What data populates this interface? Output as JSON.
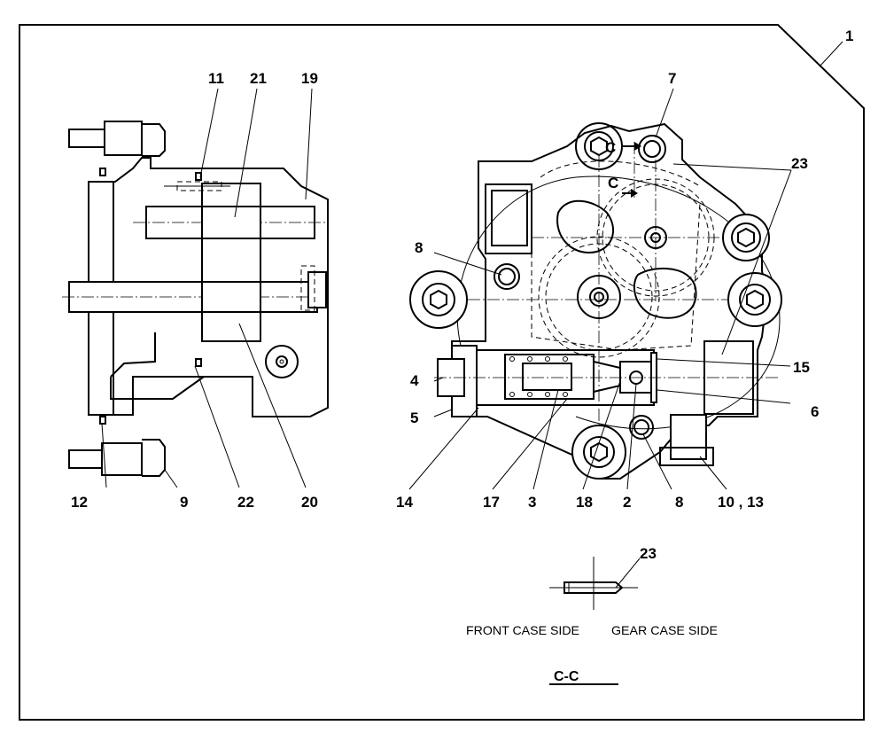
{
  "callouts": {
    "c1": "1",
    "c2": "2",
    "c3": "3",
    "c4": "4",
    "c5": "5",
    "c6": "6",
    "c7": "7",
    "c8a": "8",
    "c8b": "8",
    "c9": "9",
    "c10_13": "10 , 13",
    "c11": "11",
    "c12": "12",
    "c14": "14",
    "c15": "15",
    "c17": "17",
    "c18": "18",
    "c19": "19",
    "c20": "20",
    "c21": "21",
    "c22": "22",
    "c23a": "23",
    "c23b": "23"
  },
  "section_marks": {
    "c_top": "C",
    "c_bottom": "C"
  },
  "section_detail": {
    "front_case_side": "FRONT CASE SIDE",
    "gear_case_side": "GEAR CASE SIDE",
    "title": "C-C"
  }
}
